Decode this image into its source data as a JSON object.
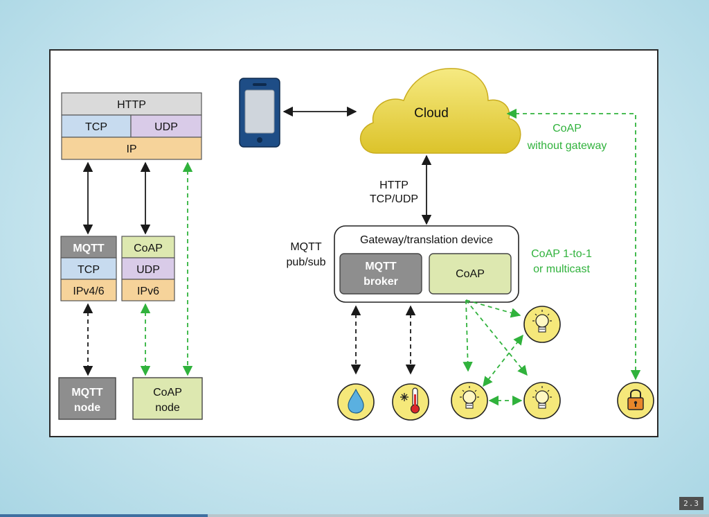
{
  "colors": {
    "http": "#dadada",
    "tcp": "#c7dbef",
    "udp": "#d9cbe8",
    "ip": "#f6d39a",
    "mqtt": "#8e8e8e",
    "coap": "#dde8b0",
    "green": "#30b23c",
    "cloud": "#eedb4f",
    "device_bg": "#f5e87a"
  },
  "stack": {
    "http": "HTTP",
    "tcp": "TCP",
    "udp": "UDP",
    "ip": "IP"
  },
  "mqtt_stack": {
    "app": "MQTT",
    "transport": "TCP",
    "network": "IPv4/6"
  },
  "coap_stack": {
    "app": "CoAP",
    "transport": "UDP",
    "network": "IPv6"
  },
  "nodes": {
    "mqtt_node": [
      "MQTT",
      "node"
    ],
    "coap_node": [
      "CoAP",
      "node"
    ]
  },
  "cloud": {
    "label": "Cloud"
  },
  "links": {
    "http_tcpudp": [
      "HTTP",
      "TCP/UDP"
    ],
    "coap_without_gateway": [
      "CoAP",
      "without gateway"
    ],
    "mqtt_pubsub": [
      "MQTT",
      "pub/sub"
    ],
    "coap_multicast": [
      "CoAP 1-to-1",
      "or multicast"
    ]
  },
  "gateway": {
    "title": "Gateway/translation device",
    "broker": [
      "MQTT",
      "broker"
    ],
    "coap": "CoAP"
  },
  "icons": [
    "smartphone-icon",
    "water-drop-icon",
    "thermometer-icon",
    "lightbulb-icon",
    "padlock-icon"
  ],
  "slide_number": "2.3",
  "progress_fraction": 0.293
}
